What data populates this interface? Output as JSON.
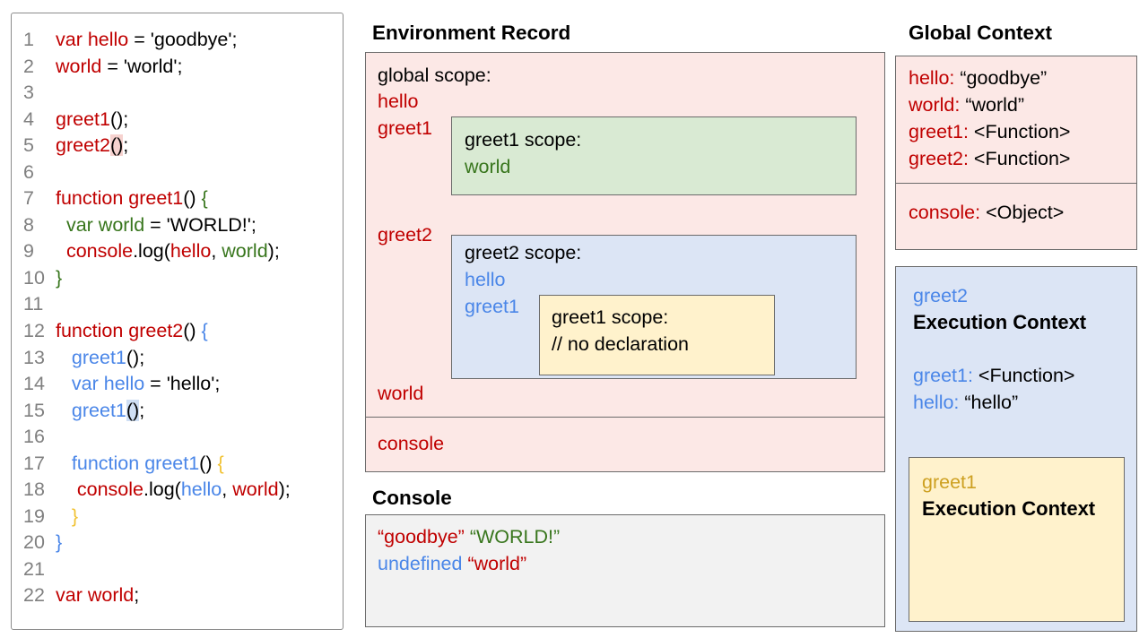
{
  "colors": {
    "red": "#c00000",
    "blue": "#4a86e8",
    "green": "#38761d",
    "gold": "#cda021",
    "code_yellow": "#f1c232",
    "pink_bg": "#fce8e6",
    "green_bg": "#d9ead3",
    "blue_bg": "#dce5f5",
    "yellow_bg": "#fff2cc",
    "gray_bg": "#f2f2f2",
    "border_gray": "#6b6b6b"
  },
  "code_panel": {
    "lines": [
      {
        "n": "1",
        "tokens": [
          {
            "t": "var hello",
            "c": "r"
          },
          {
            "t": " = 'goodbye';",
            "c": "k"
          }
        ]
      },
      {
        "n": "2",
        "tokens": [
          {
            "t": "world",
            "c": "r"
          },
          {
            "t": " = 'world';",
            "c": "k"
          }
        ]
      },
      {
        "n": "3",
        "tokens": []
      },
      {
        "n": "4",
        "tokens": [
          {
            "t": "greet1",
            "c": "r"
          },
          {
            "t": "();",
            "c": "k"
          }
        ]
      },
      {
        "n": "5",
        "tokens": [
          {
            "t": "greet2",
            "c": "r"
          },
          {
            "t": "()",
            "c": "k",
            "h": "pink"
          },
          {
            "t": ";",
            "c": "k"
          }
        ]
      },
      {
        "n": "6",
        "tokens": []
      },
      {
        "n": "7",
        "tokens": [
          {
            "t": "function greet1",
            "c": "r"
          },
          {
            "t": "() ",
            "c": "k"
          },
          {
            "t": "{",
            "c": "g"
          }
        ]
      },
      {
        "n": "8",
        "tokens": [
          {
            "t": "  var world",
            "c": "g"
          },
          {
            "t": " = 'WORLD!';",
            "c": "k"
          }
        ]
      },
      {
        "n": "9",
        "tokens": [
          {
            "t": "  console",
            "c": "r"
          },
          {
            "t": ".log(",
            "c": "k"
          },
          {
            "t": "hello",
            "c": "r"
          },
          {
            "t": ", ",
            "c": "k"
          },
          {
            "t": "world",
            "c": "g"
          },
          {
            "t": ");",
            "c": "k"
          }
        ]
      },
      {
        "n": "10",
        "tokens": [
          {
            "t": "}",
            "c": "g"
          }
        ]
      },
      {
        "n": "11",
        "tokens": []
      },
      {
        "n": "12",
        "tokens": [
          {
            "t": "function greet2",
            "c": "r"
          },
          {
            "t": "() ",
            "c": "k"
          },
          {
            "t": "{",
            "c": "b"
          }
        ]
      },
      {
        "n": "13",
        "tokens": [
          {
            "t": "   greet1",
            "c": "b"
          },
          {
            "t": "();",
            "c": "k"
          }
        ]
      },
      {
        "n": "14",
        "tokens": [
          {
            "t": "   var hello",
            "c": "b"
          },
          {
            "t": " = 'hello';",
            "c": "k"
          }
        ]
      },
      {
        "n": "15",
        "tokens": [
          {
            "t": "   greet1",
            "c": "b"
          },
          {
            "t": "()",
            "c": "k",
            "h": "blue"
          },
          {
            "t": ";",
            "c": "k"
          }
        ]
      },
      {
        "n": "16",
        "tokens": []
      },
      {
        "n": "17",
        "tokens": [
          {
            "t": "   function greet1",
            "c": "b"
          },
          {
            "t": "() ",
            "c": "k"
          },
          {
            "t": "{",
            "c": "y"
          }
        ]
      },
      {
        "n": "18",
        "tokens": [
          {
            "t": "    console",
            "c": "r"
          },
          {
            "t": ".log(",
            "c": "k"
          },
          {
            "t": "hello",
            "c": "b"
          },
          {
            "t": ", ",
            "c": "k"
          },
          {
            "t": "world",
            "c": "r"
          },
          {
            "t": ");",
            "c": "k"
          }
        ]
      },
      {
        "n": "19",
        "tokens": [
          {
            "t": "   }",
            "c": "y"
          }
        ]
      },
      {
        "n": "20",
        "tokens": [
          {
            "t": "}",
            "c": "b"
          }
        ]
      },
      {
        "n": "21",
        "tokens": []
      },
      {
        "n": "22",
        "tokens": [
          {
            "t": "var world",
            "c": "r"
          },
          {
            "t": ";",
            "c": "k"
          }
        ]
      }
    ]
  },
  "environment_record": {
    "title": "Environment Record",
    "global_scope": {
      "label": "global scope:",
      "hello": "hello",
      "greet1": "greet1",
      "greet2": "greet2",
      "world": "world",
      "greet1_scope": {
        "label": "greet1 scope:",
        "world": "world"
      },
      "greet2_scope": {
        "label": "greet2 scope:",
        "hello": "hello",
        "greet1": "greet1",
        "greet1_scope": {
          "label": "greet1 scope:",
          "comment": "// no declaration"
        }
      }
    },
    "console_label": "console"
  },
  "console_panel": {
    "title": "Console",
    "lines": [
      [
        {
          "t": "“goodbye”",
          "c": "r"
        },
        {
          "t": " ",
          "c": "k"
        },
        {
          "t": "“WORLD!”",
          "c": "g"
        }
      ],
      [
        {
          "t": "undefined",
          "c": "b"
        },
        {
          "t": " ",
          "c": "k"
        },
        {
          "t": "“world”",
          "c": "r"
        }
      ]
    ]
  },
  "global_context": {
    "title": "Global Context",
    "vars": [
      {
        "name": "hello:",
        "value": " “goodbye”"
      },
      {
        "name": "world:",
        "value": " “world”"
      },
      {
        "name": "greet1:",
        "value": " <Function>"
      },
      {
        "name": "greet2:",
        "value": " <Function>"
      }
    ],
    "console_row": {
      "name": "console:",
      "value": " <Object>"
    }
  },
  "greet2_context": {
    "name": "greet2",
    "title": "Execution Context",
    "vars": [
      {
        "name": "greet1:",
        "value": " <Function>"
      },
      {
        "name": "hello:",
        "value": " “hello”"
      }
    ],
    "greet1_context": {
      "name": "greet1",
      "title": "Execution Context"
    }
  }
}
